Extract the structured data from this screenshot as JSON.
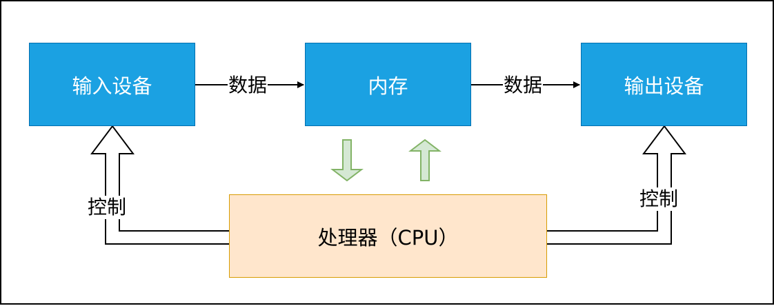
{
  "nodes": {
    "input_device": "输入设备",
    "memory": "内存",
    "output_device": "输出设备",
    "processor": "处理器（CPU）"
  },
  "edges": {
    "data_left": "数据",
    "data_right": "数据",
    "control_left": "控制",
    "control_right": "控制"
  },
  "colors": {
    "device_fill": "#1ba1e2",
    "device_stroke": "#006eaf",
    "cpu_fill": "#ffe6cc",
    "cpu_stroke": "#d79b00",
    "green_arrow_fill": "#d5e8d4",
    "green_arrow_stroke": "#82b366"
  }
}
